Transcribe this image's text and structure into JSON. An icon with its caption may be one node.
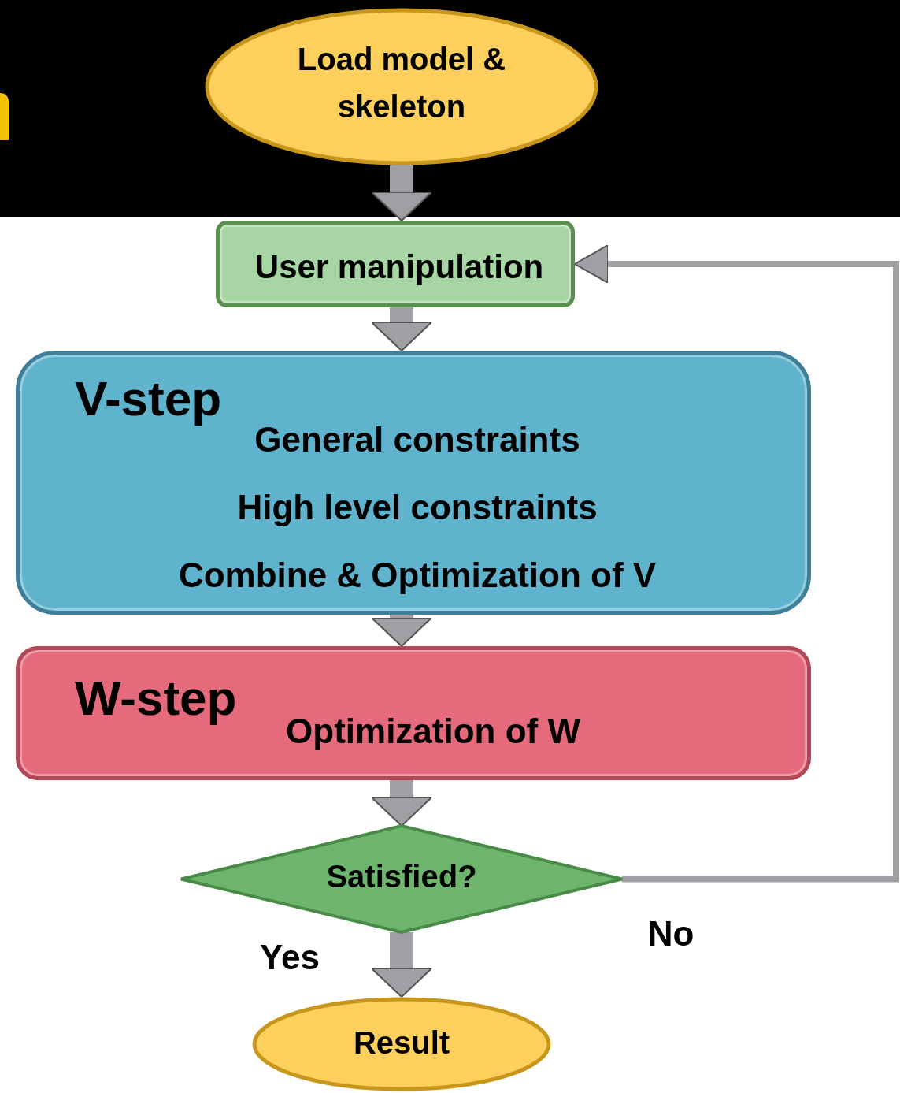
{
  "diagram": {
    "nodes": [
      {
        "text": [
          "Load model & skeleton"
        ]
      },
      {
        "text": [
          "User manipulation"
        ]
      },
      {
        "text": [
          "V-step",
          "General constraints",
          "High level constraints",
          "Combine & Optimization of V"
        ]
      },
      {
        "text": [
          "W-step",
          "Optimization of W"
        ]
      },
      {
        "text": [
          "Satisfied?"
        ]
      },
      {
        "text": [
          "Result"
        ]
      }
    ],
    "edges": [
      {
        "from": 0,
        "to": 1,
        "arrow": "to"
      },
      {
        "from": 1,
        "to": 2,
        "arrow": "to"
      },
      {
        "from": 2,
        "to": 3,
        "arrow": "to"
      },
      {
        "from": 3,
        "to": 4,
        "arrow": "to"
      },
      {
        "from": 4,
        "to": 5,
        "label": "Yes",
        "arrow": "to"
      },
      {
        "from": 4,
        "to": 1,
        "label": "No",
        "arrow": "to"
      }
    ]
  }
}
